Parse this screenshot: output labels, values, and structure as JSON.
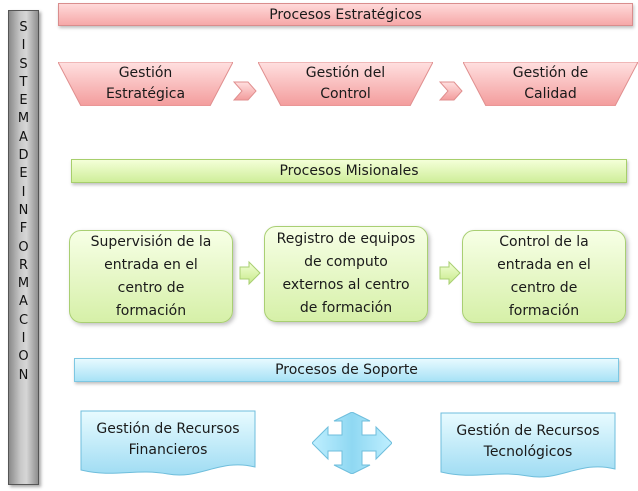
{
  "sidebar": {
    "letters": [
      "S",
      "I",
      "S",
      "T",
      "E",
      "M",
      "A",
      "D",
      "E",
      "I",
      "N",
      "F",
      "O",
      "R",
      "M",
      "A",
      "C",
      "I",
      "O",
      "N"
    ]
  },
  "strategic": {
    "label": "Procesos Estratégicos",
    "items": [
      {
        "line1": "Gestión",
        "line2": "Estratégica"
      },
      {
        "line1": "Gestión del",
        "line2": "Control"
      },
      {
        "line1": "Gestión de",
        "line2": "Calidad"
      }
    ]
  },
  "missional": {
    "label": "Procesos Misionales",
    "items": [
      {
        "lines": [
          "Supervisión de la",
          "entrada en el",
          "centro de",
          "formación"
        ]
      },
      {
        "lines": [
          "Registro de equipos",
          "de computo",
          "externos al centro",
          "de formación"
        ]
      },
      {
        "lines": [
          "Control de la",
          "entrada en el",
          "centro de",
          "formación"
        ]
      }
    ]
  },
  "support": {
    "label": "Procesos de Soporte",
    "items": [
      {
        "line1": "Gestión de Recursos",
        "line2": "Financieros"
      },
      {
        "line1": "Gestión de Recursos",
        "line2": "Tecnológicos"
      }
    ]
  },
  "colors": {
    "strategic": "#f6a8a8",
    "missional": "#cfee9a",
    "support": "#a8e2f6",
    "sidebar": "#c9c9c9"
  }
}
